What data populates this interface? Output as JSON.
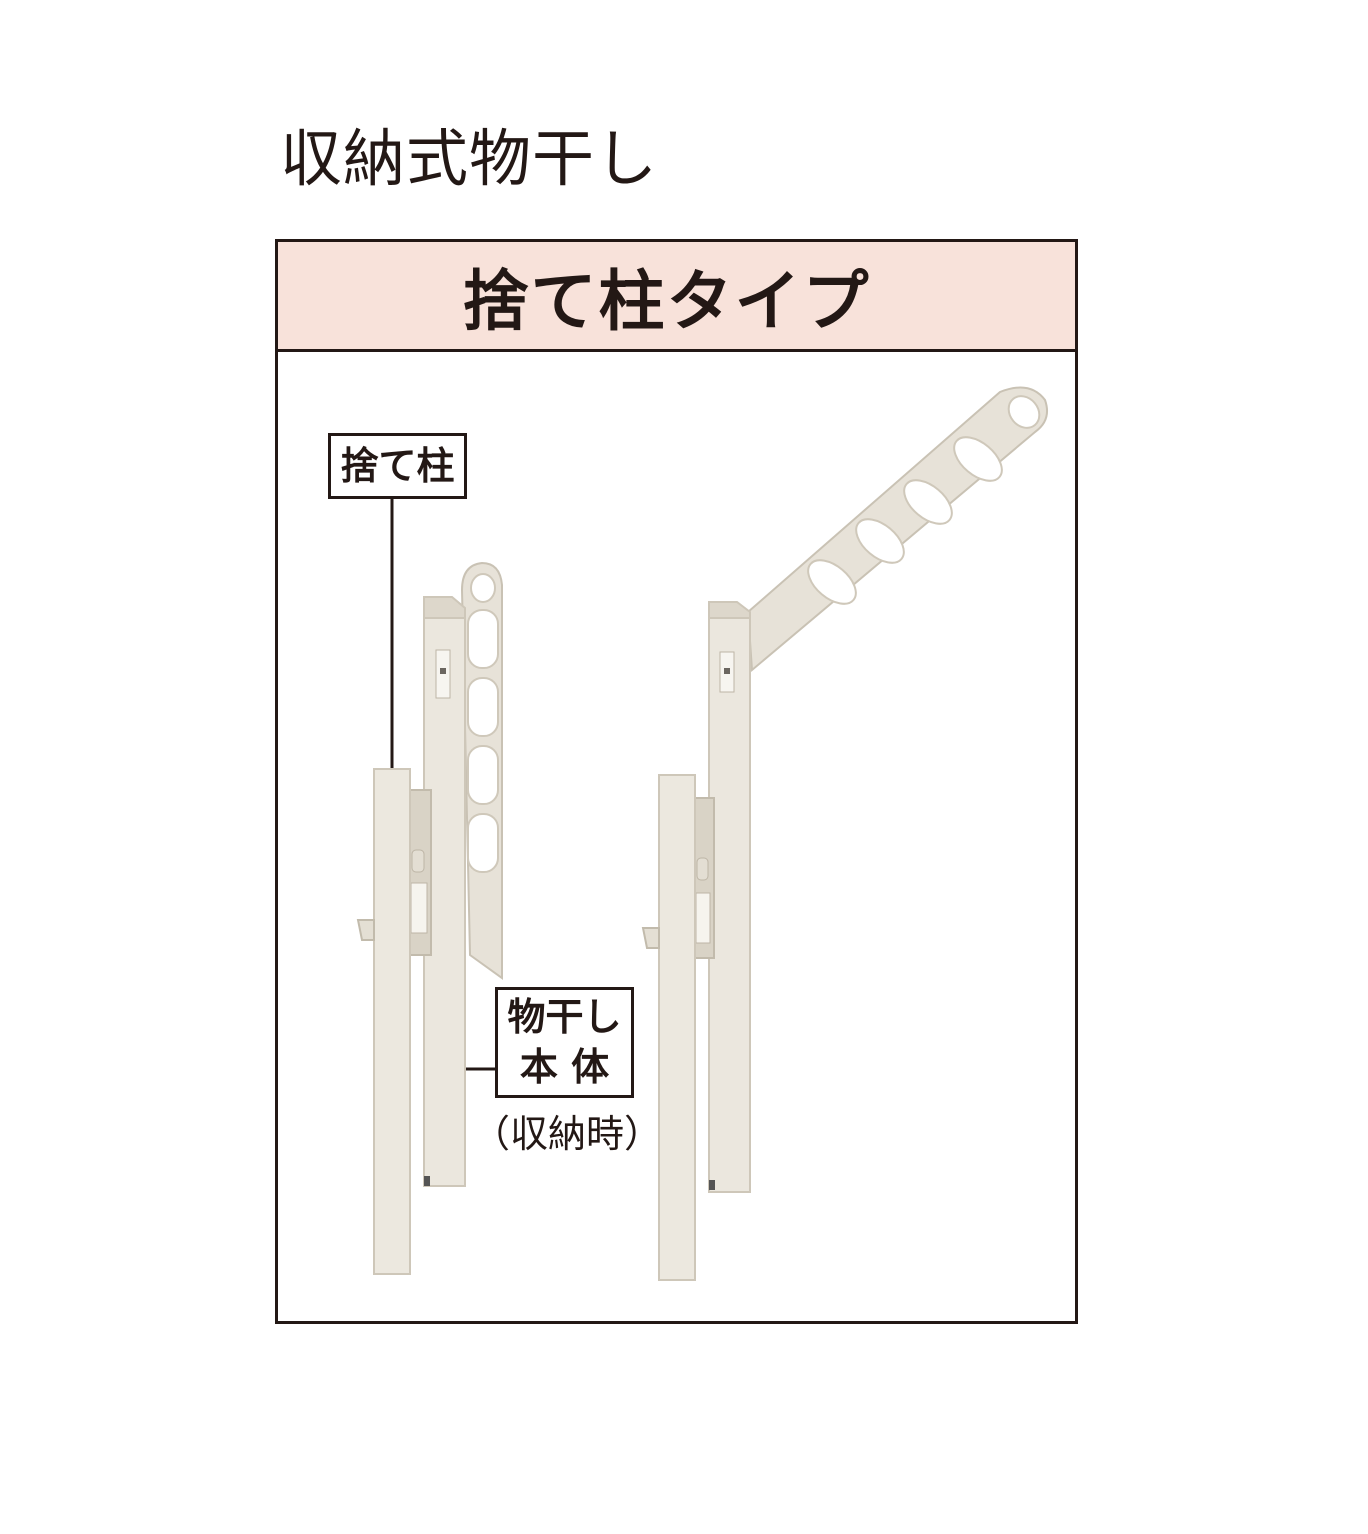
{
  "title": "収納式物干し",
  "panel": {
    "header": "捨て柱タイプ"
  },
  "labels": {
    "sutebashira": "捨て柱",
    "hontai_line1": "物干し",
    "hontai_line2": "本 体",
    "stored_note": "（収納時）"
  },
  "colors": {
    "header_bg": "#f8e2da",
    "border": "#231815",
    "post": "#e9e5dc",
    "post_shade": "#d6d0c4"
  }
}
